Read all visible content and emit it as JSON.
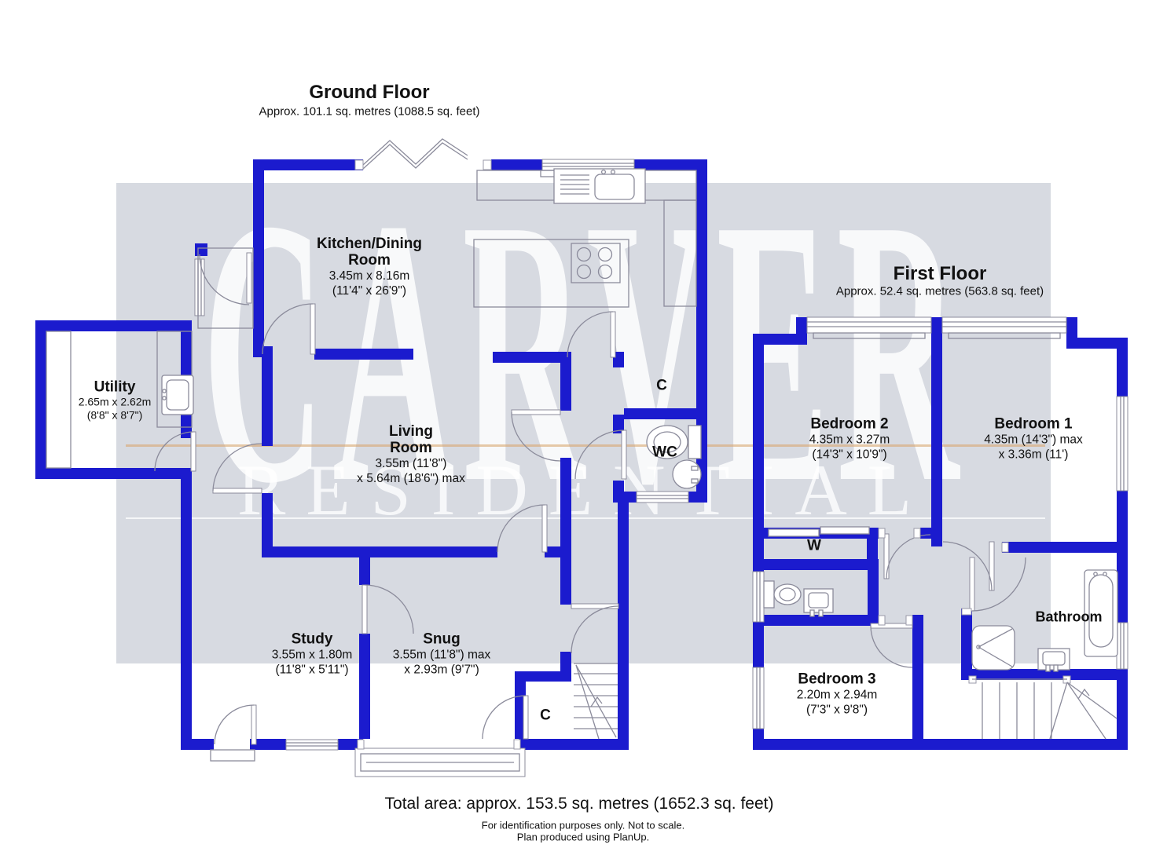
{
  "watermark": {
    "line1": "CARVER",
    "line2": "RESIDENTIAL"
  },
  "colors": {
    "wall": "#1b1bce",
    "band": "#d7dae1",
    "accent_line": "#d9a76f"
  },
  "ground_floor": {
    "title": "Ground Floor",
    "subtitle": "Approx. 101.1 sq. metres (1088.5 sq. feet)",
    "rooms": {
      "kitchen": {
        "name1": "Kitchen/Dining",
        "name2": "Room",
        "dim1": "3.45m x 8.16m",
        "dim2": "(11'4\" x 26'9\")"
      },
      "living": {
        "name1": "Living",
        "name2": "Room",
        "dim1": "3.55m (11'8\")",
        "dim2": "x 5.64m (18'6\") max"
      },
      "utility": {
        "name": "Utility",
        "dim1": "2.65m x 2.62m",
        "dim2": "(8'8\" x 8'7\")"
      },
      "study": {
        "name": "Study",
        "dim1": "3.55m x 1.80m",
        "dim2": "(11'8\" x 5'11\")"
      },
      "snug": {
        "name": "Snug",
        "dim1": "3.55m (11'8\") max",
        "dim2": "x 2.93m (9'7\")"
      },
      "wc": {
        "name": "WC"
      },
      "closet_upper": {
        "name": "C"
      },
      "closet_lower": {
        "name": "C"
      }
    }
  },
  "first_floor": {
    "title": "First Floor",
    "subtitle": "Approx. 52.4 sq. metres (563.8 sq. feet)",
    "rooms": {
      "bedroom2": {
        "name": "Bedroom 2",
        "dim1": "4.35m x 3.27m",
        "dim2": "(14'3\" x 10'9\")"
      },
      "bedroom1": {
        "name": "Bedroom 1",
        "dim1": "4.35m (14'3\") max",
        "dim2": "x 3.36m (11')"
      },
      "bedroom3": {
        "name": "Bedroom 3",
        "dim1": "2.20m x 2.94m",
        "dim2": "(7'3\" x 9'8\")"
      },
      "bathroom": {
        "name": "Bathroom"
      },
      "wardrobe": {
        "name": "W"
      }
    }
  },
  "footer": {
    "total_area": "Total area: approx. 153.5 sq. metres (1652.3 sq. feet)",
    "disclaimer": "For identification purposes only. Not to scale.",
    "produced": "Plan produced using PlanUp."
  }
}
